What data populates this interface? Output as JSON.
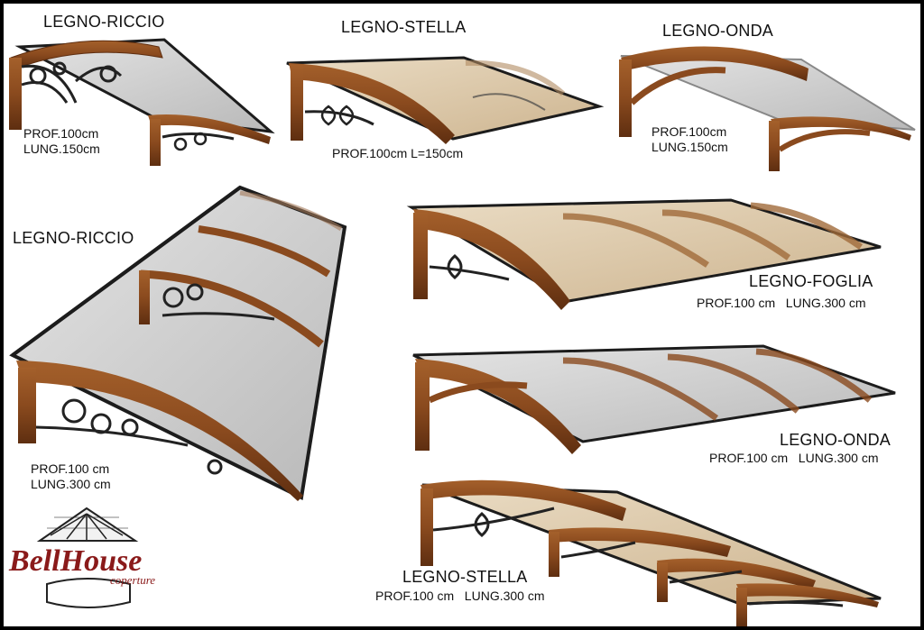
{
  "products": [
    {
      "title": "LEGNO-RICCIO",
      "dims": [
        "PROF.100cm",
        "LUNG.150cm"
      ]
    },
    {
      "title": "LEGNO-STELLA",
      "dims": [
        "PROF.100cm L=150cm"
      ]
    },
    {
      "title": "LEGNO-ONDA",
      "dims": [
        "PROF.100cm",
        "LUNG.150cm"
      ]
    },
    {
      "title": "LEGNO-RICCIO",
      "dims": [
        "PROF.100 cm",
        "LUNG.300 cm"
      ]
    },
    {
      "title": "LEGNO-FOGLIA",
      "dims": [
        "PROF.100 cm   LUNG.300 cm"
      ]
    },
    {
      "title": "LEGNO-ONDA",
      "dims": [
        "PROF.100 cm   LUNG.300 cm"
      ]
    },
    {
      "title": "LEGNO-STELLA",
      "dims": [
        "PROF.100 cm   LUNG.300 cm"
      ]
    }
  ],
  "logo": {
    "brand": "BellHouse",
    "tagline": "coperture"
  },
  "colors": {
    "wood": "#8a4a1e",
    "wood_dark": "#5e2e10",
    "frame": "#1c1c1c",
    "panel_clear": "#c9c9c9",
    "panel_bronze": "#d9c2a0",
    "brand_red": "#8a1a1a"
  }
}
